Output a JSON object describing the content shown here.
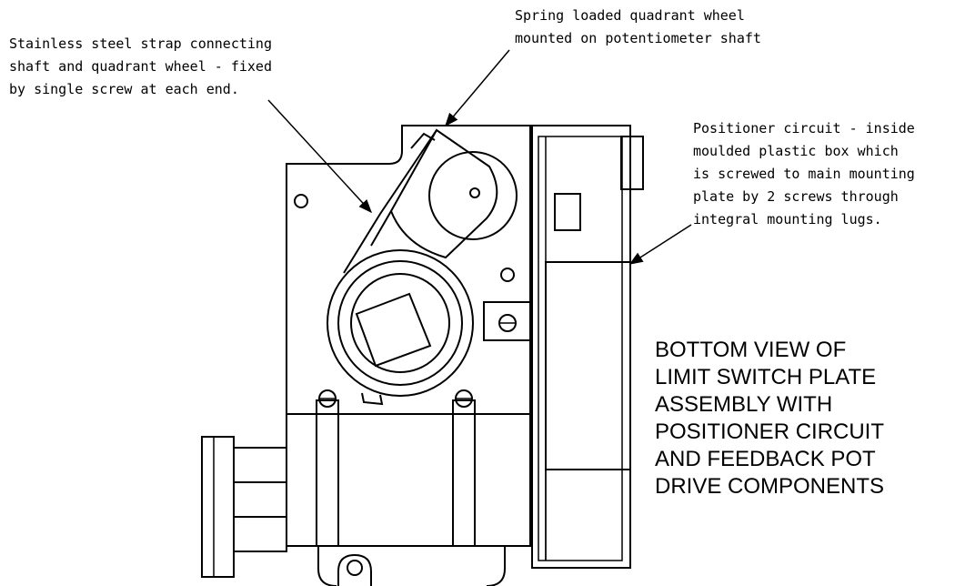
{
  "callouts": {
    "strap": [
      "Stainless steel strap connecting",
      "shaft and quadrant wheel - fixed",
      "by single screw at each end."
    ],
    "quadrant": [
      "Spring loaded quadrant wheel",
      "mounted on potentiometer shaft"
    ],
    "circuit": [
      "Positioner circuit - inside",
      "moulded plastic box which",
      "is screwed to main mounting",
      "plate by 2 screws through",
      "integral mounting lugs."
    ]
  },
  "title_lines": [
    "BOTTOM VIEW OF",
    "LIMIT SWITCH PLATE",
    "ASSEMBLY WITH",
    "POSITIONER CIRCUIT",
    "AND FEEDBACK POT",
    "DRIVE COMPONENTS"
  ]
}
